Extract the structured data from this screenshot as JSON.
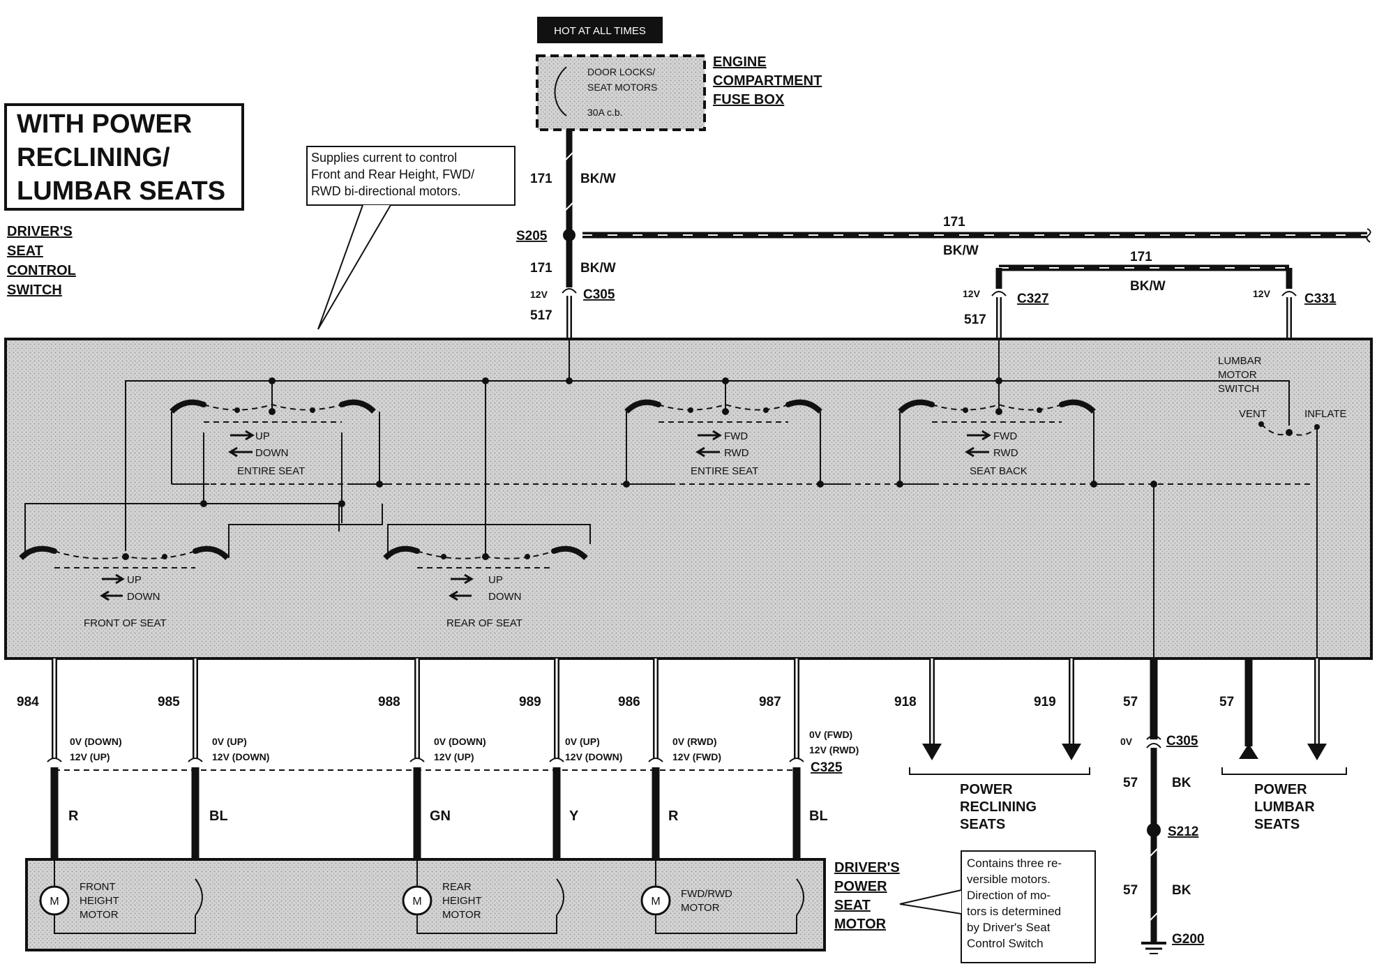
{
  "hot_label": "HOT AT ALL TIMES",
  "fuse": {
    "line1": "DOOR LOCKS/",
    "line2": "SEAT MOTORS",
    "rating": "30A c.b."
  },
  "fuse_box_title": [
    "ENGINE",
    "COMPARTMENT",
    "FUSE BOX"
  ],
  "diagram_title": [
    "WITH POWER",
    "RECLINING/",
    "LUMBAR SEATS"
  ],
  "control_switch_title": [
    "DRIVER'S",
    "SEAT",
    "CONTROL",
    "SWITCH"
  ],
  "supply_note": [
    "Supplies current to control",
    "Front and Rear Height, FWD/",
    "RWD bi-directional motors."
  ],
  "motor_note": [
    "Contains three re-",
    "versible motors.",
    "Direction of mo-",
    "tors is determined",
    "by Driver's Seat",
    "Control Switch"
  ],
  "motor_title": [
    "DRIVER'S",
    "POWER",
    "SEAT",
    "MOTOR"
  ],
  "splices": {
    "s205": "S205",
    "s212": "S212",
    "g200": "G200"
  },
  "connectors": {
    "c305": "C305",
    "c327": "C327",
    "c331": "C331",
    "c325": "C325",
    "c305b": "C305"
  },
  "voltages": {
    "v12": "12V",
    "v0": "0V"
  },
  "circuits": {
    "c171": "171",
    "bkw": "BK/W",
    "c517": "517",
    "c57": "57",
    "bk": "BK",
    "c984": "984",
    "c985": "985",
    "c988": "988",
    "c989": "989",
    "c986": "986",
    "c987": "987",
    "c918": "918",
    "c919": "919"
  },
  "wire_states": {
    "w984": [
      "0V (DOWN)",
      "12V (UP)"
    ],
    "w985": [
      "0V (UP)",
      "12V (DOWN)"
    ],
    "w988": [
      "0V (DOWN)",
      "12V (UP)"
    ],
    "w989": [
      "0V (UP)",
      "12V (DOWN)"
    ],
    "w986": [
      "0V (RWD)",
      "12V (FWD)"
    ],
    "w987": [
      "0V (FWD)",
      "12V (RWD)"
    ]
  },
  "wire_colors": {
    "r1": "R",
    "bl1": "BL",
    "gn": "GN",
    "y": "Y",
    "r2": "R",
    "bl2": "BL"
  },
  "switches": {
    "entire_seat_ud": {
      "up": "UP",
      "down": "DOWN",
      "name": "ENTIRE SEAT"
    },
    "entire_seat_fr": {
      "fwd": "FWD",
      "rwd": "RWD",
      "name": "ENTIRE SEAT"
    },
    "seat_back": {
      "fwd": "FWD",
      "rwd": "RWD",
      "name": "SEAT BACK"
    },
    "front_of_seat": {
      "up": "UP",
      "down": "DOWN",
      "name": "FRONT OF SEAT"
    },
    "rear_of_seat": {
      "up": "UP",
      "down": "DOWN",
      "name": "REAR OF SEAT"
    },
    "lumbar": {
      "title": [
        "LUMBAR",
        "MOTOR",
        "SWITCH"
      ],
      "vent": "VENT",
      "inflate": "INFLATE"
    }
  },
  "motors": {
    "front": [
      "FRONT",
      "HEIGHT",
      "MOTOR"
    ],
    "rear": [
      "REAR",
      "HEIGHT",
      "MOTOR"
    ],
    "fwdrwd": [
      "FWD/RWD",
      "MOTOR"
    ],
    "symbol": "M"
  },
  "outputs": {
    "reclining": [
      "POWER",
      "RECLINING",
      "SEATS"
    ],
    "lumbar": [
      "POWER",
      "LUMBAR",
      "SEATS"
    ]
  }
}
